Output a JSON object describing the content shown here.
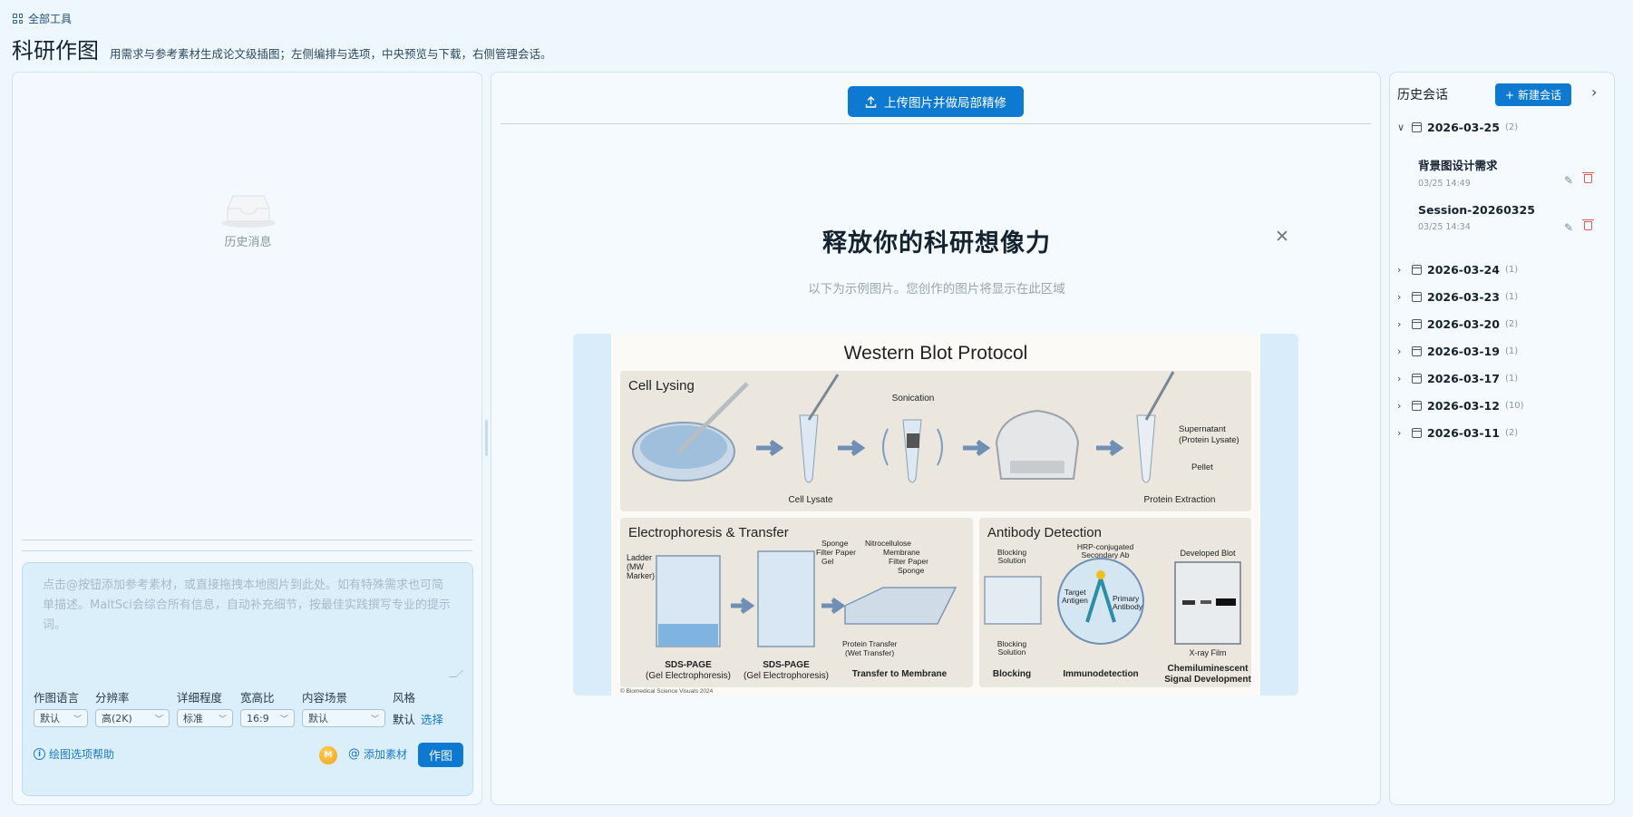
{
  "topbar": {
    "all_tools": "全部工具"
  },
  "header": {
    "title": "科研作图",
    "subtitle": "用需求与参考素材生成论文级插图；左侧编排与选项，中央预览与下载，右侧管理会话。"
  },
  "left": {
    "empty_label": "历史消息",
    "prompt_placeholder": "点击@按钮添加参考素材，或直接拖拽本地图片到此处。如有特殊需求也可简单描述。MaltSci会综合所有信息，自动补充细节，按最佳实践撰写专业的提示词。",
    "options": [
      {
        "label": "作图语言",
        "value": "默认"
      },
      {
        "label": "分辨率",
        "value": "高(2K)"
      },
      {
        "label": "详细程度",
        "value": "标准"
      },
      {
        "label": "宽高比",
        "value": "16:9"
      },
      {
        "label": "内容场景",
        "value": "默认"
      }
    ],
    "style_label": "风格",
    "style_value": "默认",
    "style_select": "选择",
    "help_link": "绘图选项帮助",
    "ai_badge": "M",
    "add_material": "添加素材",
    "draw_button": "作图"
  },
  "mid": {
    "upload_button": "上传图片并做局部精修",
    "hero_title": "释放你的科研想像力",
    "hero_subtitle": "以下为示例图片。您创作的图片将显示在此区域",
    "figure": {
      "title": "Western Blot Protocol",
      "sections": [
        "Cell Lysing",
        "Electrophoresis & Transfer",
        "Antibody Detection"
      ],
      "labels": {
        "sonication": "Sonication",
        "cell_lysate": "Cell Lysate",
        "supernatant": "Supernatant",
        "protein_lysate": "(Protein Lysate)",
        "pellet": "Pellet",
        "protein_extraction": "Protein Extraction",
        "ladder1": "Ladder",
        "ladder2": "(MW",
        "ladder3": "Marker)",
        "sds1": "SDS-PAGE",
        "gel_ep": "(Gel Electrophoresis)",
        "sds2": "SDS-PAGE",
        "gel_ep2": "(Gel Electrophoresis)",
        "sponge": "Sponge",
        "filter_paper": "Filter Paper",
        "gel": "Gel",
        "nitrocellulose": "Nitrocellulose",
        "membrane": "Membrane",
        "filter_paper2": "Filter Paper",
        "sponge2": "Sponge",
        "protein_transfer": "Protein Transfer",
        "wet_transfer": "(Wet Transfer)",
        "transfer_to_membrane": "Transfer to Membrane",
        "blocking_solution": "Blocking",
        "blocking_solution_b": "Solution",
        "blocking_solution2": "Blocking",
        "blocking_solution2_b": "Solution",
        "blocking": "Blocking",
        "hrp1": "HRP-conjugated",
        "hrp2": "Secondary Ab",
        "target1": "Target",
        "target2": "Antigen",
        "primary1": "Primary",
        "primary2": "Antibody",
        "immunodetection": "Immunodetection",
        "developed_blot": "Developed Blot",
        "xray_film": "X-ray Film",
        "chemi1": "Chemiluminescent",
        "chemi2": "Signal Development",
        "copyright": "© Biomedical Science Visuals 2024"
      }
    }
  },
  "right": {
    "title": "历史会话",
    "new_button": "新建会话",
    "groups": [
      {
        "date": "2026-03-25",
        "count": "(2)",
        "expanded": true,
        "sessions": [
          {
            "title": "背景图设计需求",
            "time": "03/25 14:49"
          },
          {
            "title": "Session-20260325",
            "time": "03/25 14:34"
          }
        ]
      },
      {
        "date": "2026-03-24",
        "count": "(1)"
      },
      {
        "date": "2026-03-23",
        "count": "(1)"
      },
      {
        "date": "2026-03-20",
        "count": "(2)"
      },
      {
        "date": "2026-03-19",
        "count": "(1)"
      },
      {
        "date": "2026-03-17",
        "count": "(1)"
      },
      {
        "date": "2026-03-12",
        "count": "(10)"
      },
      {
        "date": "2026-03-11",
        "count": "(2)"
      }
    ]
  }
}
